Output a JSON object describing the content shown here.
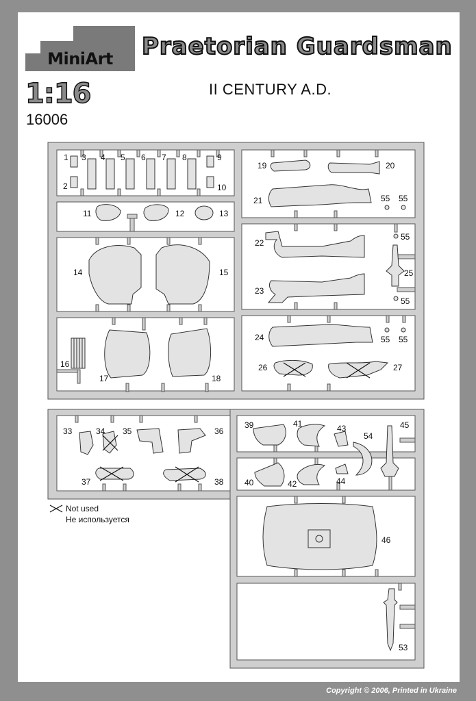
{
  "brand": {
    "logo_text": "MiniArt"
  },
  "header": {
    "title": "Praetorian Guardsman",
    "subtitle": "II CENTURY A.D.",
    "scale": "1:16",
    "catalog_number": "16006"
  },
  "colors": {
    "background": "#8f8f8f",
    "sheet": "#ffffff",
    "frame": "#cfcfcf",
    "part": "#e3e3e3"
  },
  "parts": {
    "p1": "1",
    "p2": "2",
    "p3": "3",
    "p4": "4",
    "p5": "5",
    "p6": "6",
    "p7": "7",
    "p8": "8",
    "p9": "9",
    "p10": "10",
    "p11": "11",
    "p12": "12",
    "p13": "13",
    "p14": "14",
    "p15": "15",
    "p16": "16",
    "p17": "17",
    "p18": "18",
    "p19": "19",
    "p20": "20",
    "p21": "21",
    "p22": "22",
    "p23": "23",
    "p24": "24",
    "p25": "25",
    "p26": "26",
    "p27": "27",
    "p33": "33",
    "p34": "34",
    "p35": "35",
    "p36": "36",
    "p37": "37",
    "p38": "38",
    "p39": "39",
    "p40": "40",
    "p41": "41",
    "p42": "42",
    "p43": "43",
    "p44": "44",
    "p45": "45",
    "p46": "46",
    "p53": "53",
    "p54": "54",
    "p55": "55"
  },
  "legend": {
    "not_used_en": "Not  used",
    "not_used_ru": "Не используется"
  },
  "footer": {
    "copyright": "Copyright © 2006,  Printed in Ukraine"
  }
}
